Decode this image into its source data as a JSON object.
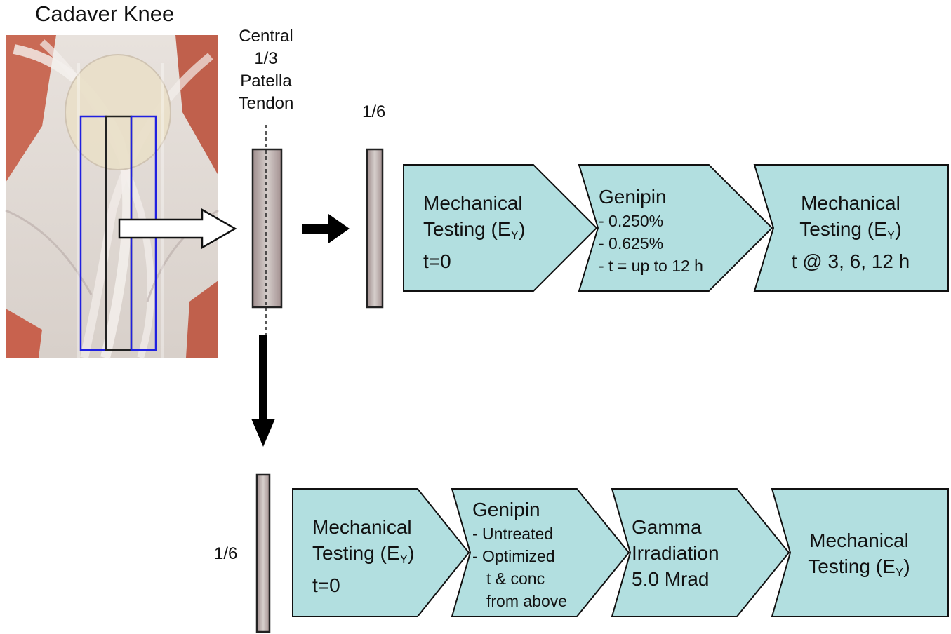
{
  "knee": {
    "title": "Cadaver Knee",
    "skin_colors": {
      "tissue": "#e3dcd6",
      "muscle": "#c25d4a",
      "outline_side": "#2020e0",
      "outline_center": "#222222"
    }
  },
  "central_label": [
    "Central",
    "1/3",
    "Patella",
    "Tendon"
  ],
  "strip_labels": {
    "top": "1/6",
    "bottom": "1/6"
  },
  "subscript": "Y",
  "box_fill": "#b2dfe0",
  "top_row": [
    {
      "line1": "Mechanical",
      "line2_prefix": "Testing (E",
      "line2_suffix": ")",
      "line3": "t=0"
    },
    {
      "title": "Genipin",
      "items": [
        "- 0.250%",
        "- 0.625%",
        "- t = up to 12 h"
      ]
    },
    {
      "line1": "Mechanical",
      "line2_prefix": "Testing (E",
      "line2_suffix": ")",
      "line3": "t @ 3, 6, 12 h"
    }
  ],
  "bottom_row": [
    {
      "line1": "Mechanical",
      "line2_prefix": "Testing (E",
      "line2_suffix": ")",
      "line3": "t=0"
    },
    {
      "title": "Genipin",
      "items": [
        "- Untreated",
        "- Optimized",
        "t & conc",
        "from above"
      ]
    },
    {
      "line1": "Gamma",
      "line2": "Irradiation",
      "line3": "5.0 Mrad"
    },
    {
      "line1": "Mechanical",
      "line2_prefix": "Testing (E",
      "line2_suffix": ")"
    }
  ]
}
